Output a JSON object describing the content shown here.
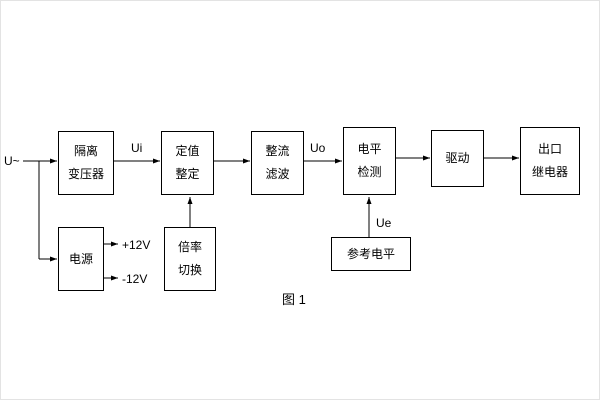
{
  "diagram": {
    "caption": "图 1",
    "source_label": "U~",
    "labels": {
      "ui": "Ui",
      "uo": "Uo",
      "ue": "Ue",
      "v_plus": "+12V",
      "v_minus": "-12V"
    },
    "blocks": {
      "isolation_transformer": {
        "line1": "隔离",
        "line2": "变压器"
      },
      "value_setting": {
        "line1": "定值",
        "line2": "整定"
      },
      "rectifier_filter": {
        "line1": "整流",
        "line2": "滤波"
      },
      "level_detection": {
        "line1": "电平",
        "line2": "检测"
      },
      "driver": {
        "label": "驱动"
      },
      "output_relay": {
        "line1": "出口",
        "line2": "继电器"
      },
      "power_supply": {
        "label": "电源"
      },
      "ratio_switch": {
        "line1": "倍率",
        "line2": "切换"
      },
      "reference_level": {
        "label": "参考电平"
      }
    }
  }
}
